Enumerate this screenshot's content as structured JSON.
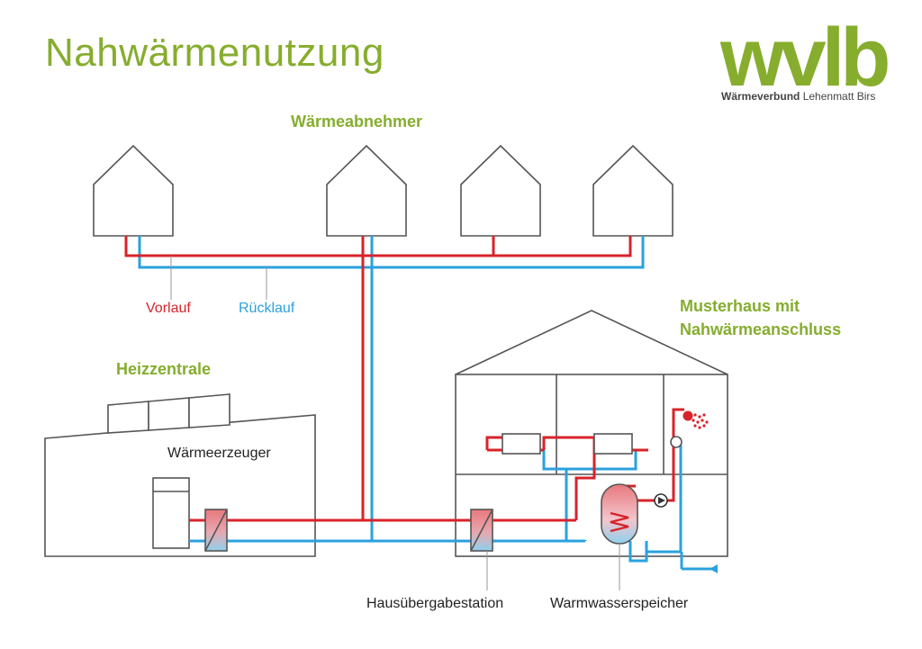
{
  "title": "Nahwärmenutzung",
  "logo": {
    "wordmark": "wvlb",
    "sub_bold": "Wärmeverbund",
    "sub_regular": " Lehenmatt Birs"
  },
  "labels": {
    "consumers": "Wärmeabnehmer",
    "supply": "Vorlauf",
    "return": "Rücklauf",
    "plant": "Heizzentrale",
    "generator": "Wärmeerzeuger",
    "model_house_line1": "Musterhaus mit",
    "model_house_line2": "Nahwärmeanschluss",
    "substation": "Hausübergabestation",
    "storage": "Warmwasserspeicher"
  },
  "colors": {
    "accent": "#86ad2e",
    "supply": "#d8232a",
    "return": "#2aa1de",
    "outline": "#555555"
  }
}
